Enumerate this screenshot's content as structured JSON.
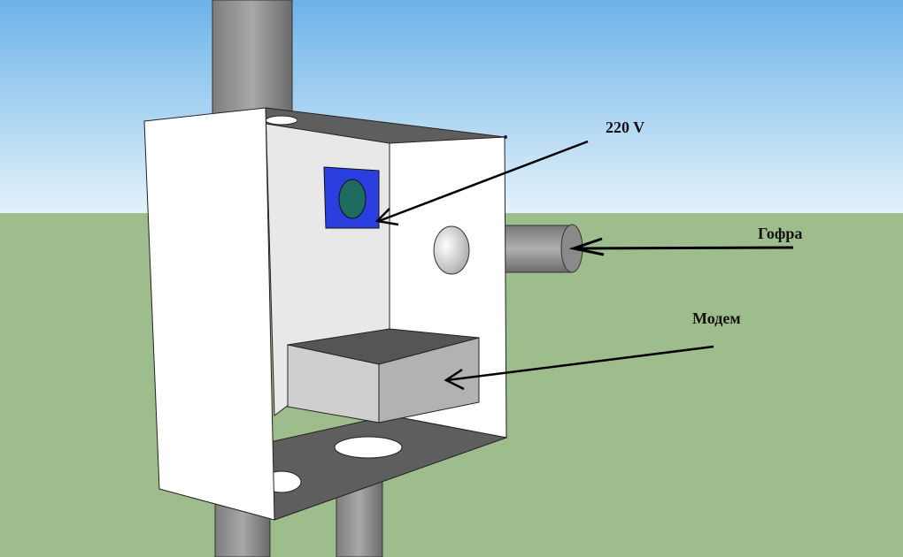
{
  "labels": {
    "power": "220 V",
    "conduit": "Гофра",
    "modem": "Модем"
  },
  "colors": {
    "sky_top": "#6cb3e8",
    "sky_horizon": "#e4f2fb",
    "ground": "#9dbd8c",
    "socket_blue": "#2b3fe0",
    "socket_center": "#1f6b5f"
  }
}
